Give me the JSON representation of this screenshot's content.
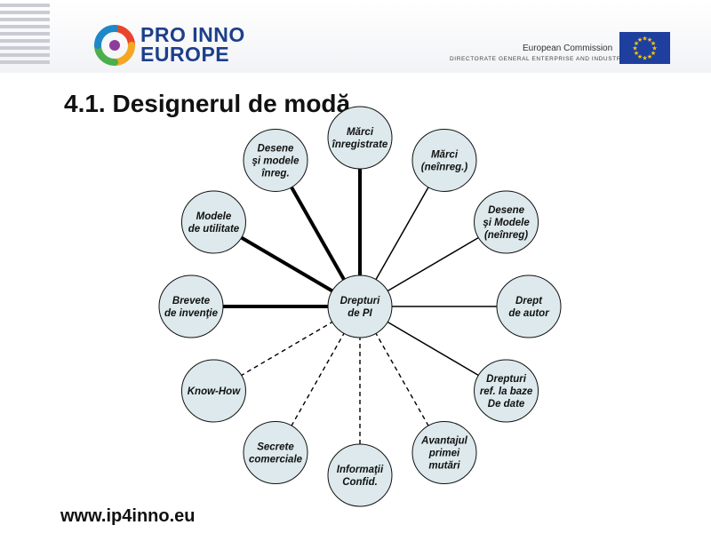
{
  "header": {
    "logo_text_line1": "PRO INNO",
    "logo_text_line2": "EUROPE",
    "ec_line1": "European Commission",
    "ec_line2": "DIRECTORATE GENERAL ENTERPRISE AND INDUSTRY"
  },
  "title": "4.1. Designerul de modă",
  "footer": {
    "url": "www.ip4inno.eu"
  },
  "colors": {
    "node_fill": "#dde9ec",
    "edge": "#000000",
    "logo_blue": "#1d3f8a",
    "flag_blue": "#1f3f9e",
    "flag_star": "#ffcc00"
  },
  "diagram": {
    "center": {
      "lines": [
        "Drepturi",
        "de PI"
      ]
    },
    "nodes": [
      {
        "id": "marci-inreg",
        "lines": [
          "Mărci",
          "înregistrate"
        ],
        "edge": "thick"
      },
      {
        "id": "marci-neinreg",
        "lines": [
          "Mărci",
          "(neînreg.)"
        ],
        "edge": "thin"
      },
      {
        "id": "desene-neinreg",
        "lines": [
          "Desene",
          "şi Modele",
          "(neînreg)"
        ],
        "edge": "thin"
      },
      {
        "id": "drept-autor",
        "lines": [
          "Drept",
          "de autor"
        ],
        "edge": "thin"
      },
      {
        "id": "drepturi-baze",
        "lines": [
          "Drepturi",
          "ref. la baze",
          "De date"
        ],
        "edge": "thin"
      },
      {
        "id": "avantajul",
        "lines": [
          "Avantajul",
          "primei",
          "mutări"
        ],
        "edge": "dashed"
      },
      {
        "id": "informatii",
        "lines": [
          "Informaţii",
          "Confid."
        ],
        "edge": "dashed"
      },
      {
        "id": "secrete",
        "lines": [
          "Secrete",
          "comerciale"
        ],
        "edge": "dashed"
      },
      {
        "id": "know-how",
        "lines": [
          "Know-How"
        ],
        "edge": "dashed"
      },
      {
        "id": "brevete",
        "lines": [
          "Brevete",
          "de invenţie"
        ],
        "edge": "thick"
      },
      {
        "id": "modele-utilitate",
        "lines": [
          "Modele",
          "de utilitate"
        ],
        "edge": "thick"
      },
      {
        "id": "desene-inreg",
        "lines": [
          "Desene",
          "şi modele",
          "înreg."
        ],
        "edge": "thick"
      }
    ]
  }
}
